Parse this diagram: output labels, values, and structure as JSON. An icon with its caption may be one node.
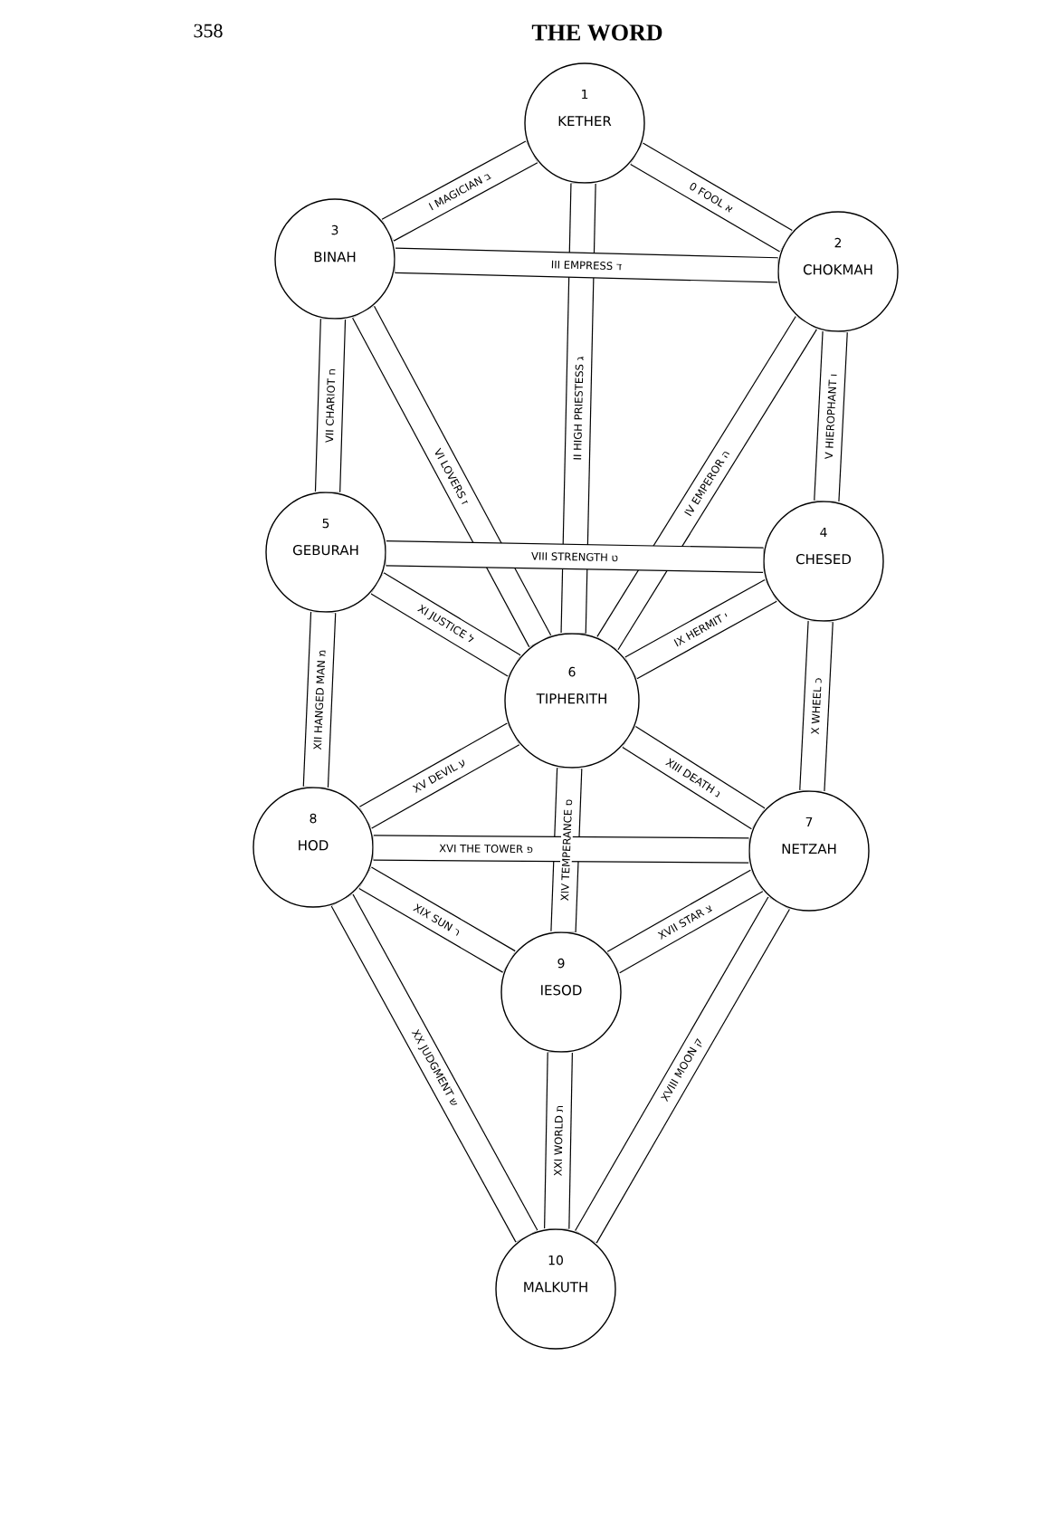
{
  "diagram": {
    "title": "THE WORD",
    "nodes": [
      {
        "text": [
          "1",
          "KETHER"
        ]
      },
      {
        "text": [
          "2",
          "CHOKMAH"
        ]
      },
      {
        "text": [
          "3",
          "BINAH"
        ]
      },
      {
        "text": [
          "4",
          "CHESED"
        ]
      },
      {
        "text": [
          "5",
          "GEBURAH"
        ]
      },
      {
        "text": [
          "6",
          "TIPHERITH"
        ]
      },
      {
        "text": [
          "7",
          "NETZAH"
        ]
      },
      {
        "text": [
          "8",
          "HOD"
        ]
      },
      {
        "text": [
          "9",
          "IESOD"
        ]
      },
      {
        "text": [
          "10",
          "MALKUTH"
        ]
      }
    ],
    "edges": [
      {
        "from": 0,
        "to": 1,
        "arrow": "none",
        "label": "0 FOOL א"
      },
      {
        "from": 0,
        "to": 2,
        "arrow": "none",
        "label": "I MAGICIAN ב"
      },
      {
        "from": 0,
        "to": 5,
        "arrow": "none",
        "label": "II HIGH PRIESTESS ג"
      },
      {
        "from": 2,
        "to": 1,
        "arrow": "none",
        "label": "III EMPRESS ד"
      },
      {
        "from": 5,
        "to": 1,
        "arrow": "none",
        "label": "IV EMPEROR ה"
      },
      {
        "from": 1,
        "to": 3,
        "arrow": "none",
        "label": "V HIEROPHANT ו"
      },
      {
        "from": 2,
        "to": 5,
        "arrow": "none",
        "label": "VI LOVERS ז"
      },
      {
        "from": 2,
        "to": 4,
        "arrow": "none",
        "label": "VII CHARIOT ח"
      },
      {
        "from": 4,
        "to": 3,
        "arrow": "none",
        "label": "VIII STRENGTH ט"
      },
      {
        "from": 5,
        "to": 3,
        "arrow": "none",
        "label": "IX HERMIT י"
      },
      {
        "from": 3,
        "to": 6,
        "arrow": "none",
        "label": "X WHEEL כ"
      },
      {
        "from": 4,
        "to": 5,
        "arrow": "none",
        "label": "XI JUSTICE ל"
      },
      {
        "from": 4,
        "to": 7,
        "arrow": "none",
        "label": "XII HANGED MAN מ"
      },
      {
        "from": 5,
        "to": 6,
        "arrow": "none",
        "label": "XIII DEATH נ"
      },
      {
        "from": 5,
        "to": 8,
        "arrow": "none",
        "label": "XIV TEMPERANCE ס"
      },
      {
        "from": 7,
        "to": 5,
        "arrow": "none",
        "label": "XV DEVIL ע"
      },
      {
        "from": 7,
        "to": 6,
        "arrow": "none",
        "label": "XVI THE TOWER פ"
      },
      {
        "from": 8,
        "to": 6,
        "arrow": "none",
        "label": "XVII STAR צ"
      },
      {
        "from": 6,
        "to": 9,
        "arrow": "none",
        "label": "XVIII MOON ק"
      },
      {
        "from": 7,
        "to": 8,
        "arrow": "none",
        "label": "XIX SUN ר"
      },
      {
        "from": 7,
        "to": 9,
        "arrow": "none",
        "label": "XX JUDGMENT ש"
      },
      {
        "from": 8,
        "to": 9,
        "arrow": "none",
        "label": "XXI WORLD ת"
      }
    ],
    "labels": [
      "358"
    ]
  }
}
